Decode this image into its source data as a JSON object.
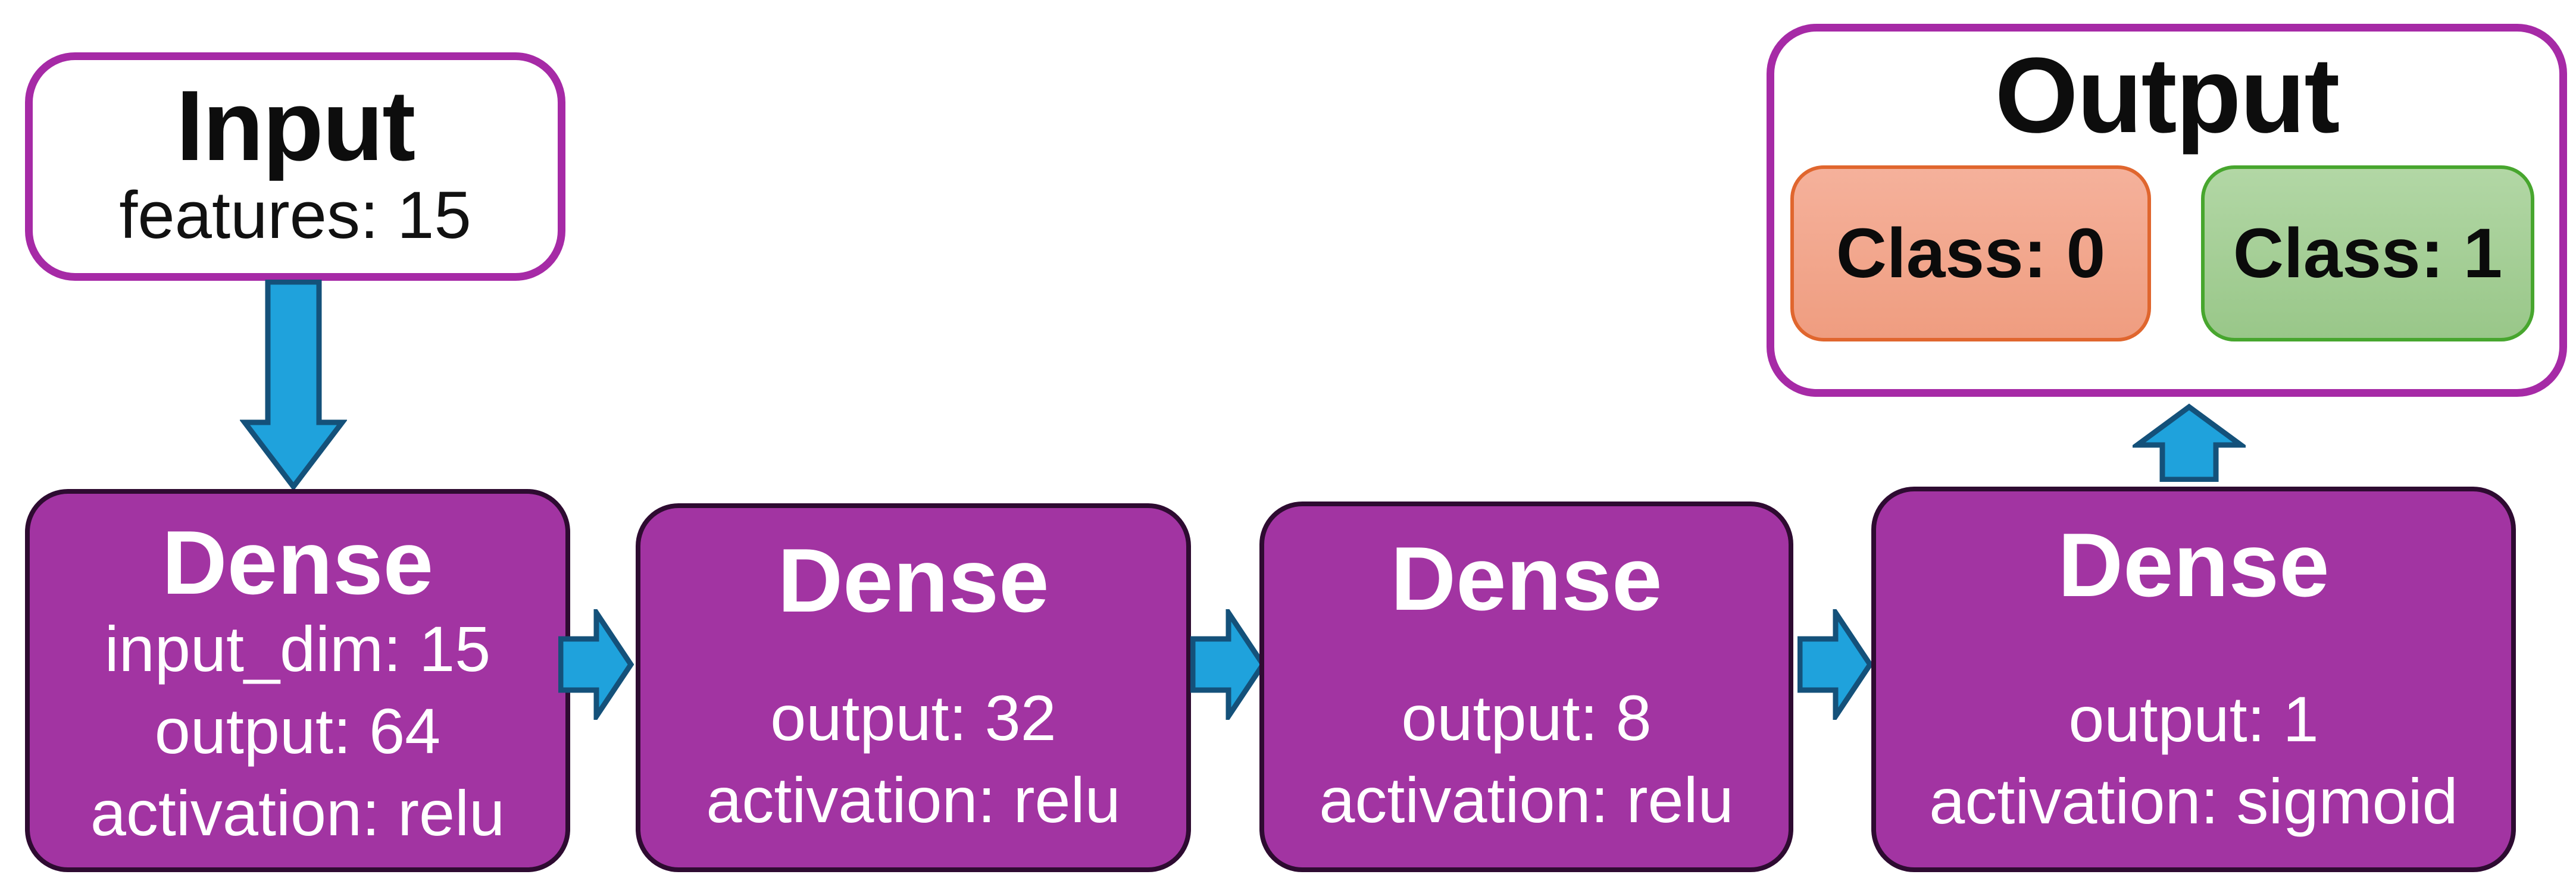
{
  "diagram": {
    "input": {
      "title": "Input",
      "param": "features: 15"
    },
    "layers": [
      {
        "title": "Dense",
        "params": [
          "input_dim: 15",
          "output: 64",
          "activation: relu"
        ]
      },
      {
        "title": "Dense",
        "params": [
          "output: 32",
          "activation: relu"
        ]
      },
      {
        "title": "Dense",
        "params": [
          "output: 8",
          "activation: relu"
        ]
      },
      {
        "title": "Dense",
        "params": [
          "output: 1",
          "activation: sigmoid"
        ]
      }
    ],
    "output": {
      "title": "Output",
      "classes": [
        {
          "label": "Class: 0"
        },
        {
          "label": "Class: 1"
        }
      ]
    }
  },
  "colors": {
    "purple_fill": "#A234A2",
    "purple_dark_border": "#2E0B31",
    "outline_magenta": "#A62AA6",
    "arrow_fill": "#1FA2DC",
    "arrow_stroke": "#14517A",
    "class0_fill_top": "#F5B19B",
    "class0_fill_bottom": "#EF9D80",
    "class0_border": "#E0662E",
    "class1_fill_top": "#B2D7A5",
    "class1_fill_bottom": "#99C789",
    "class1_border": "#47A62E"
  }
}
